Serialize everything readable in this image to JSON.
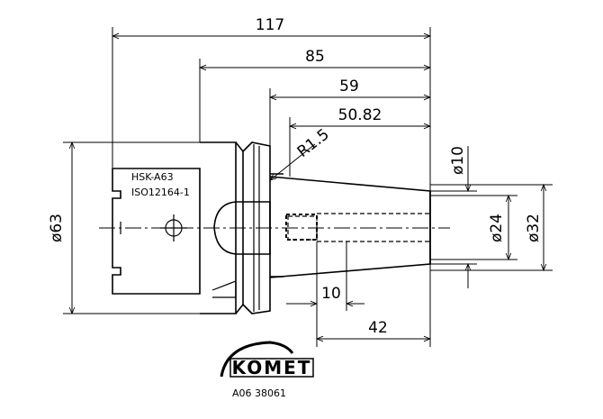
{
  "dimensions": {
    "overall_length": "117",
    "length_85": "85",
    "length_59": "59",
    "length_50_82": "50.82",
    "radius": "R1.5",
    "diameter_10": "ø10",
    "diameter_24": "ø24",
    "diameter_32": "ø32",
    "diameter_63": "ø63",
    "length_10": "10",
    "length_42": "42"
  },
  "notes": {
    "interface": "HSK-A63",
    "standard": "ISO12164-1"
  },
  "brand": {
    "logo_text": "KOMET",
    "part_number": "A06 38061"
  },
  "colors": {
    "line": "#000000",
    "background": "#ffffff"
  }
}
